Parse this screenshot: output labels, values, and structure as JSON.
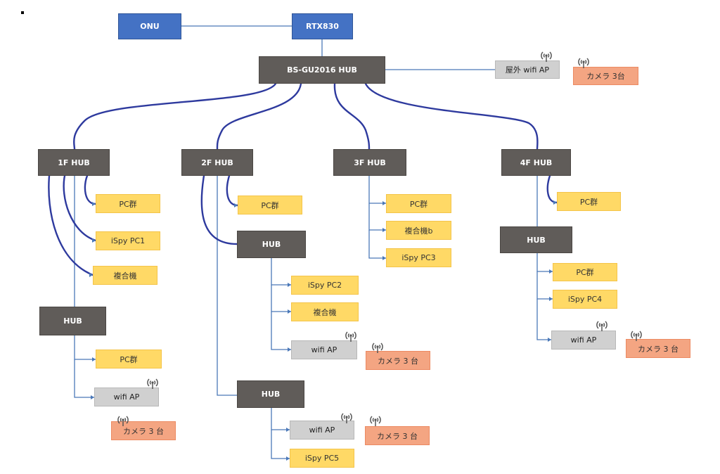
{
  "diagram": {
    "top": {
      "onu": "ONU",
      "router": "RTX830",
      "core_hub": "BS-GU2016 HUB"
    },
    "outdoor": {
      "ap": "屋外 wifi AP",
      "cam": "カメラ 3台"
    },
    "floor1": {
      "hub": "1F HUB",
      "pc": "PC群",
      "ispy": "iSpy PC1",
      "mfp": "複合機",
      "sub_hub": "HUB",
      "sub_pc": "PC群",
      "sub_ap": "wifi AP",
      "sub_cam": "カメラ 3 台"
    },
    "floor2": {
      "hub": "2F HUB",
      "pc": "PC群",
      "hub_a": "HUB",
      "a_ispy": "iSpy PC2",
      "a_mfp": "複合機",
      "a_ap": "wifi AP",
      "a_cam": "カメラ 3 台",
      "hub_b": "HUB",
      "b_ap": "wifi AP",
      "b_cam": "カメラ 3 台",
      "b_ispy": "iSpy PC5"
    },
    "floor3": {
      "hub": "3F HUB",
      "pc": "PC群",
      "mfp": "複合機b",
      "ispy": "iSpy PC3"
    },
    "floor4": {
      "hub": "4F HUB",
      "pc": "PC群",
      "sub_hub": "HUB",
      "sub_pc": "PC群",
      "sub_ispy": "iSpy PC4",
      "sub_ap": "wifi AP",
      "sub_cam": "カメラ 3 台"
    }
  },
  "colors": {
    "router": "#4472c4",
    "hub": "#605c59",
    "device": "#ffd966",
    "access_point": "#d0d0d0",
    "camera": "#f4a582",
    "cable": "#2e3a9e",
    "link": "#4a78b8"
  },
  "icons": [
    "wifi-signal-icon"
  ]
}
